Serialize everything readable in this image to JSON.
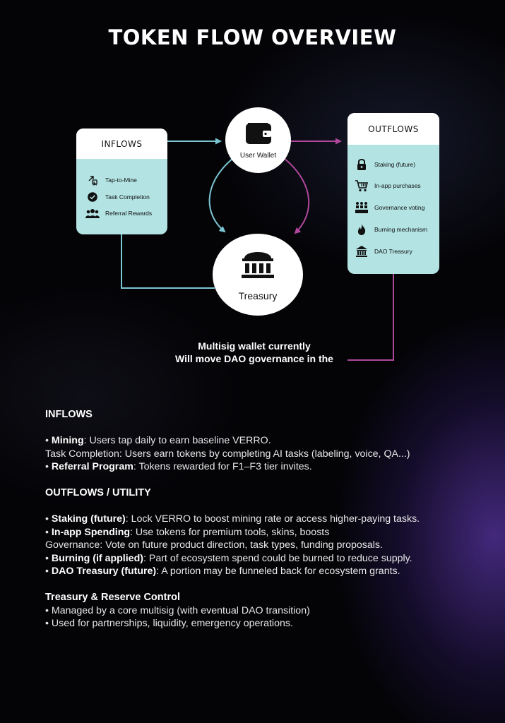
{
  "title": "TOKEN FLOW OVERVIEW",
  "colors": {
    "accent_cyan": "#7cc6d4",
    "accent_magenta": "#b0479c",
    "panel": "#b3e3e3"
  },
  "inflows": {
    "title": "INFLOWS",
    "items": [
      {
        "icon": "tap-icon",
        "label": "Tap-to-Mine"
      },
      {
        "icon": "check-circle-icon",
        "label": "Task Completion"
      },
      {
        "icon": "users-icon",
        "label": "Referral Rewards"
      }
    ]
  },
  "outflows": {
    "title": "OUTFLOWS",
    "items": [
      {
        "icon": "lock-icon",
        "label": "Staking (future)"
      },
      {
        "icon": "cart-icon",
        "label": "In-app purchases"
      },
      {
        "icon": "voting-icon",
        "label": "Governance voting"
      },
      {
        "icon": "flame-icon",
        "label": "Burning mechanism"
      },
      {
        "icon": "bank-icon",
        "label": "DAO Treasury"
      }
    ]
  },
  "wallet": {
    "icon": "wallet-icon",
    "label": "User Wallet"
  },
  "treasury": {
    "icon": "bank-icon",
    "label": "Treasury"
  },
  "note": {
    "line1": "Multisig wallet currently",
    "line2": "Will move DAO governance in the"
  },
  "details": {
    "inflows_heading": "INFLOWS",
    "mining_label": "Mining",
    "mining_text": ": Users tap daily to earn baseline VERRO.",
    "task_text": "Task Completion: Users earn tokens by completing AI tasks (labeling, voice, QA...)",
    "referral_label": "Referral Program",
    "referral_text": ": Tokens rewarded for F1–F3 tier invites.",
    "outflows_heading": "OUTFLOWS / UTILITY",
    "staking_label": "Staking (future)",
    "staking_text": ": Lock VERRO to boost mining rate or access higher-paying tasks.",
    "spending_label": "In-app Spending",
    "spending_text": ": Use tokens for premium tools, skins, boosts",
    "governance_text": "Governance: Vote on future product direction, task types, funding proposals.",
    "burning_label": "Burning (if applied)",
    "burning_text": ": Part of ecosystem spend could be burned to reduce supply.",
    "dao_label": "DAO Treasury (future)",
    "dao_text": ": A portion may be funneled back for ecosystem grants.",
    "treasury_heading": "Treasury & Reserve Control",
    "treasury_item1": "Managed by a core multisig (with eventual DAO transition)",
    "treasury_item2": "Used for partnerships, liquidity, emergency operations."
  }
}
